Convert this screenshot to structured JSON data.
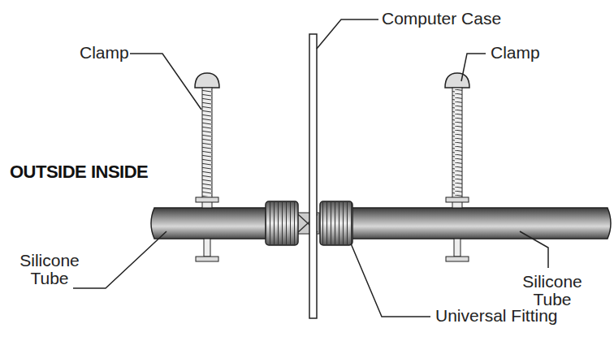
{
  "diagram": {
    "labels": [
      "Computer Case",
      "Clamp",
      "Clamp",
      "OUTSIDE INSIDE",
      "Silicone Tube",
      "Silicone Tube",
      "Universal Fitting"
    ]
  }
}
